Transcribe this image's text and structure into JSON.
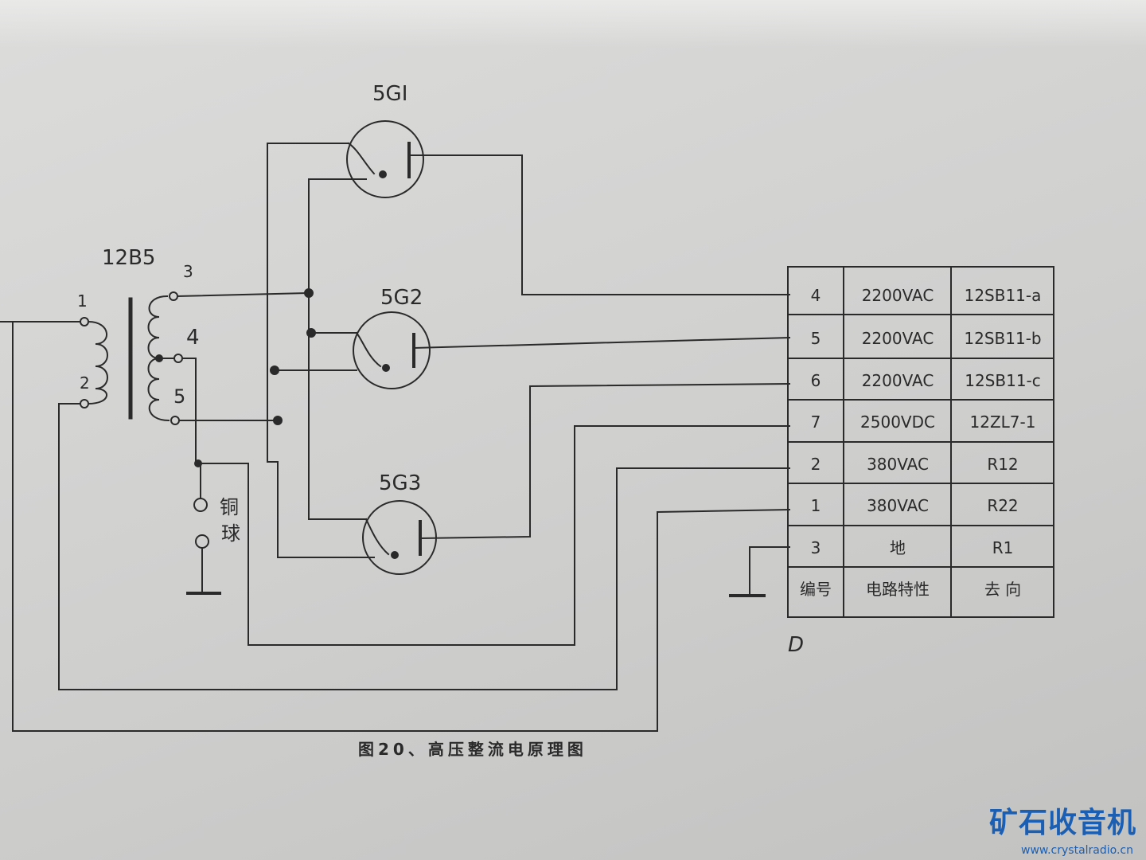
{
  "transformer": {
    "name": "12B5",
    "pins": {
      "p1": "1",
      "p2": "2",
      "p3": "3",
      "p4": "4",
      "p5": "5"
    }
  },
  "tubes": {
    "t1": "5GI",
    "t2": "5G2",
    "t3": "5G3"
  },
  "copper_ball": {
    "char1": "铜",
    "char2": "球"
  },
  "connector": {
    "letter": "D",
    "headers": {
      "id": "编号",
      "characteristic": "电路特性",
      "destination": "去 向"
    },
    "rows": [
      {
        "id": "4",
        "characteristic": "2200VAC",
        "destination": "12SB11-a"
      },
      {
        "id": "5",
        "characteristic": "2200VAC",
        "destination": "12SB11-b"
      },
      {
        "id": "6",
        "characteristic": "2200VAC",
        "destination": "12SB11-c"
      },
      {
        "id": "7",
        "characteristic": "2500VDC",
        "destination": "12ZL7-1"
      },
      {
        "id": "2",
        "characteristic": "380VAC",
        "destination": "R12"
      },
      {
        "id": "1",
        "characteristic": "380VAC",
        "destination": "R22"
      },
      {
        "id": "3",
        "characteristic": "地",
        "destination": "R1"
      }
    ]
  },
  "caption": "图20、高压整流电原理图",
  "watermark": {
    "title": "矿石收音机",
    "url": "www.crystalradio.cn"
  },
  "colors": {
    "ink": "#2a2a2a",
    "paper": "#d4d4d3",
    "watermark": "#1a5fb4"
  }
}
